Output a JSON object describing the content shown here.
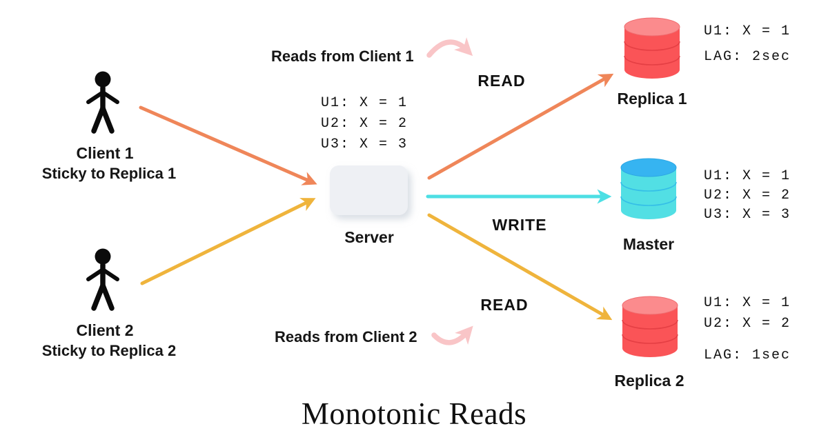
{
  "title": "Monotonic Reads",
  "clients": [
    {
      "name": "Client 1",
      "note": "Sticky to Replica 1"
    },
    {
      "name": "Client 2",
      "note": "Sticky to Replica 2"
    }
  ],
  "server": {
    "label": "Server",
    "memory": [
      "U1: X = 1",
      "U2: X = 2",
      "U3: X = 3"
    ]
  },
  "labels": {
    "reads_from_client1": "Reads from Client 1",
    "read_top": "READ",
    "write": "WRITE",
    "read_bottom": "READ",
    "reads_from_client2": "Reads from Client 2"
  },
  "databases": [
    {
      "label": "Replica 1",
      "state": [
        "U1: X = 1",
        "LAG: 2sec"
      ]
    },
    {
      "label": "Master",
      "state": [
        "U1: X = 1",
        "U2: X = 2",
        "U3: X = 3"
      ]
    },
    {
      "label": "Replica 2",
      "state": [
        "U1: X = 1",
        "U2: X = 2",
        "LAG: 1sec"
      ]
    }
  ],
  "colors": {
    "client1_arrow": "#ef8659",
    "client2_arrow": "#efb43c",
    "write_arrow": "#4ddfe4",
    "annotation_arrow": "#f9c5c7",
    "replica_db": "#fa5457",
    "replica_db_top": "#fb8b8d",
    "master_db": "#52dfe4",
    "master_db_top": "#36b4f1",
    "server_box": "#eef0f4",
    "figure": "#0b0b0b"
  }
}
